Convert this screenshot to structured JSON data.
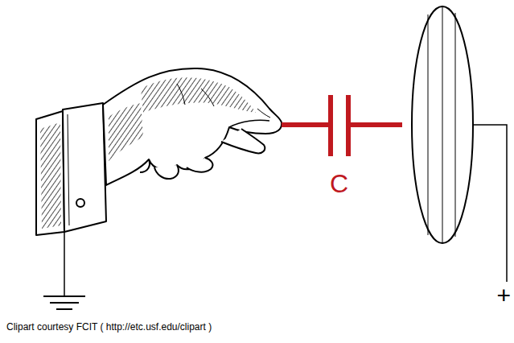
{
  "diagram": {
    "caption": "Clipart courtesy FCIT ( http://etc.usf.edu/clipart )",
    "labels": [
      "C",
      "+"
    ]
  }
}
